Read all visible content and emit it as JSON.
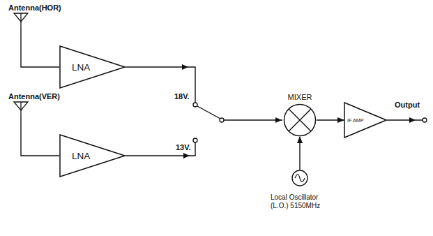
{
  "diagram": {
    "nodes": [
      {
        "text": [
          "Antenna(HOR)"
        ]
      },
      {
        "text": [
          "LNA"
        ]
      },
      {
        "text": [
          "Antenna(VER)"
        ]
      },
      {
        "text": [
          "LNA"
        ]
      },
      {
        "text": [
          "MIXER"
        ]
      },
      {
        "text": [
          "Local Oscillator (L.O.) 5150MHz"
        ]
      },
      {
        "text": [
          "IF AMP"
        ]
      }
    ],
    "edges": [
      {
        "from": 0,
        "to": 1,
        "arrow": "none"
      },
      {
        "from": 2,
        "to": 3,
        "arrow": "none"
      },
      {
        "from": 5,
        "to": 4,
        "arrow": "to"
      },
      {
        "from": 4,
        "to": 6,
        "arrow": "to"
      }
    ],
    "labels": [
      "18V.",
      "13V.",
      "Output"
    ]
  }
}
